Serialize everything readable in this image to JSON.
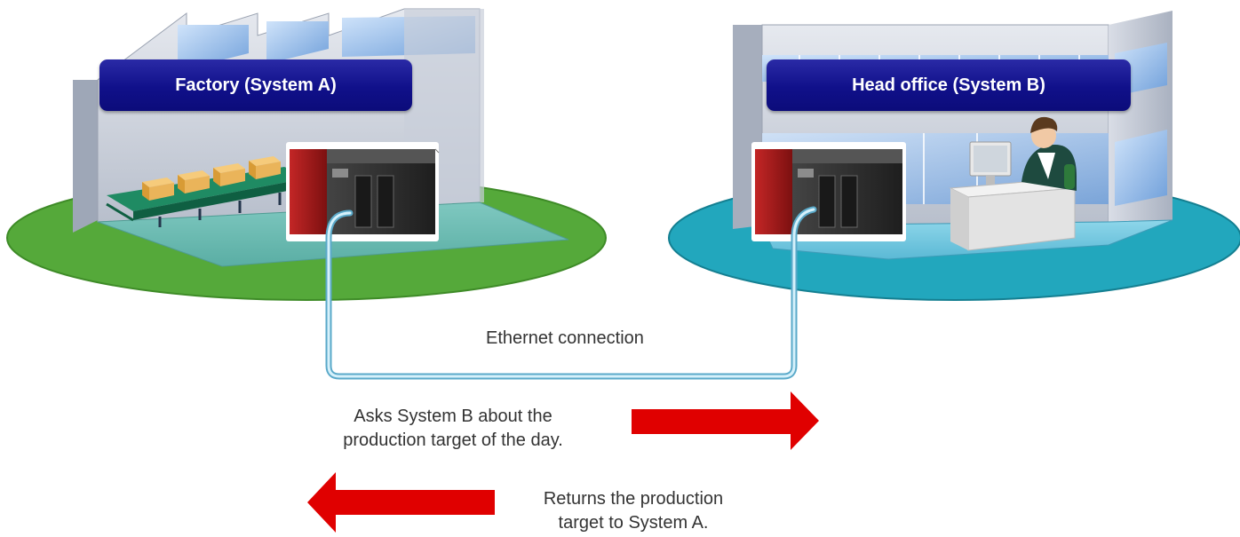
{
  "systems": {
    "factory": {
      "label": "Factory (System A)",
      "ground_color": "#55a93a",
      "label_color": "#10108a"
    },
    "head_office": {
      "label": "Head office (System B)",
      "ground_color": "#22a7bd",
      "label_color": "#10108a"
    }
  },
  "connection": {
    "label": "Ethernet connection",
    "cable_color": "#8fd3ee"
  },
  "messages": {
    "request": {
      "text_line1": "Asks System B about the",
      "text_line2": "production target of the day.",
      "direction": "right",
      "arrow_color": "#e00000"
    },
    "response": {
      "text_line1": "Returns the production",
      "text_line2": "target to System A.",
      "direction": "left",
      "arrow_color": "#e00000"
    }
  },
  "colors": {
    "plc_red": "#a81c1c",
    "plc_dark": "#2e2e2e",
    "building_wall": "#bfc6d2",
    "window_blue": "#8fb7e6"
  }
}
